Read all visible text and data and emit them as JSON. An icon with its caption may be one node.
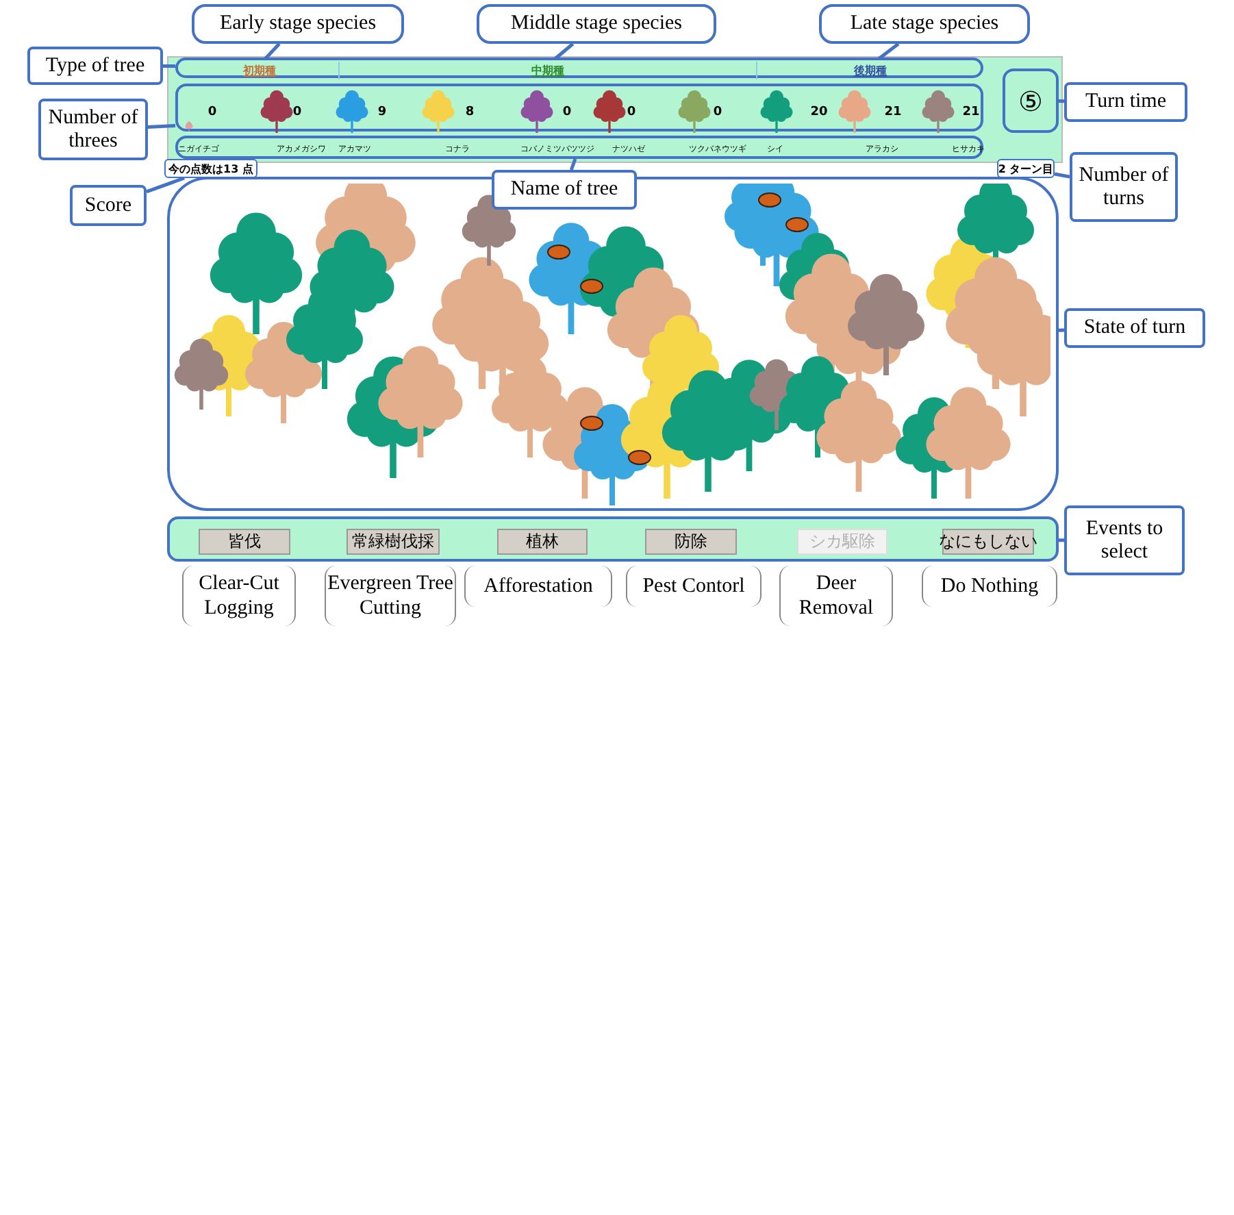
{
  "diagram": {
    "nodes": [
      {
        "text": [
          "Early stage species"
        ]
      },
      {
        "text": [
          "Middle stage species"
        ]
      },
      {
        "text": [
          "Late stage species"
        ]
      },
      {
        "text": [
          "Type of tree"
        ]
      },
      {
        "text": [
          "Number of threes"
        ]
      },
      {
        "text": [
          "Score"
        ]
      },
      {
        "text": [
          "Name of tree"
        ]
      },
      {
        "text": [
          "Turn time"
        ]
      },
      {
        "text": [
          "Number of turns"
        ]
      },
      {
        "text": [
          "State of turn"
        ]
      },
      {
        "text": [
          "Events to select"
        ]
      },
      {
        "text": [],
        "shape": "box"
      },
      {
        "text": [
          "初期種"
        ],
        "in": 11
      },
      {
        "text": [
          "中期種"
        ],
        "in": 11
      },
      {
        "text": [
          "後期種"
        ],
        "in": 11
      },
      {
        "text": [],
        "shape": "box"
      },
      {
        "text": [],
        "shape": "box"
      },
      {
        "text": [
          "今の点数は13 点"
        ]
      },
      {
        "text": [
          "⑤"
        ]
      },
      {
        "text": [
          "2 ターン目"
        ]
      },
      {
        "text": [],
        "shape": "box"
      },
      {
        "text": [],
        "shape": "box"
      },
      {
        "text": [
          "皆伐"
        ],
        "in": 21
      },
      {
        "text": [
          "常緑樹伐採"
        ],
        "in": 21
      },
      {
        "text": [
          "植林"
        ],
        "in": 21
      },
      {
        "text": [
          "防除"
        ],
        "in": 21
      },
      {
        "text": [
          "シカ駆除"
        ],
        "in": 21
      },
      {
        "text": [
          "なにもしない"
        ],
        "in": 21
      },
      {
        "text": [
          "Clear-Cut Logging"
        ]
      },
      {
        "text": [
          "Evergreen Tree Cutting"
        ]
      },
      {
        "text": [
          "Afforestation"
        ]
      },
      {
        "text": [
          "Pest Contorl"
        ]
      },
      {
        "text": [
          "Deer Removal"
        ]
      },
      {
        "text": [
          "Do Nothing"
        ]
      }
    ],
    "edges": [
      {
        "from": 0,
        "to": 12,
        "arrow": "none"
      },
      {
        "from": 1,
        "to": 13,
        "arrow": "none"
      },
      {
        "from": 2,
        "to": 14,
        "arrow": "none"
      },
      {
        "from": 3,
        "to": 11,
        "arrow": "none"
      },
      {
        "from": 4,
        "to": 15,
        "arrow": "none"
      },
      {
        "from": 5,
        "to": 17,
        "arrow": "none"
      },
      {
        "from": 6,
        "to": 16,
        "arrow": "none"
      },
      {
        "from": 7,
        "to": 18,
        "arrow": "none"
      },
      {
        "from": 8,
        "to": 19,
        "arrow": "none"
      },
      {
        "from": 9,
        "to": 20,
        "arrow": "none"
      },
      {
        "from": 10,
        "to": 21,
        "arrow": "none"
      }
    ],
    "labels": [
      "0",
      "0",
      "9",
      "8",
      "0",
      "0",
      "0",
      "20",
      "21",
      "21",
      "ニガイチゴ",
      "アカメガシワ",
      "アカマツ",
      "コナラ",
      "コバノミツバツツジ",
      "ナツハゼ",
      "ツクバネウツギ",
      "シイ",
      "アラカシ",
      "ヒサカキ"
    ]
  }
}
